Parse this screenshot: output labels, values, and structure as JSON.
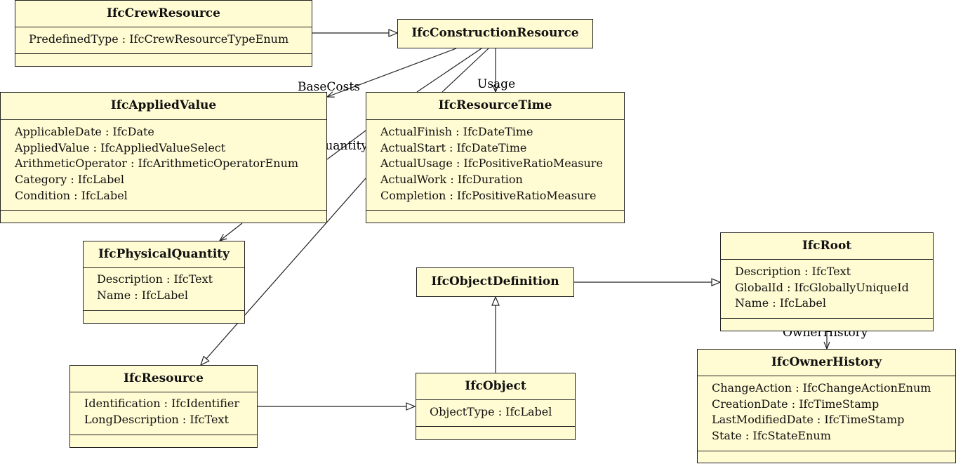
{
  "classes": {
    "crew": {
      "name": "IfcCrewResource",
      "attributes": [
        "PredefinedType : IfcCrewResourceTypeEnum"
      ]
    },
    "construction": {
      "name": "IfcConstructionResource",
      "attributes": []
    },
    "applied": {
      "name": "IfcAppliedValue",
      "attributes": [
        "ApplicableDate : IfcDate",
        "AppliedValue : IfcAppliedValueSelect",
        "ArithmeticOperator : IfcArithmeticOperatorEnum",
        "Category : IfcLabel",
        "Condition : IfcLabel"
      ]
    },
    "restime": {
      "name": "IfcResourceTime",
      "attributes": [
        "ActualFinish : IfcDateTime",
        "ActualStart : IfcDateTime",
        "ActualUsage : IfcPositiveRatioMeasure",
        "ActualWork : IfcDuration",
        "Completion : IfcPositiveRatioMeasure"
      ]
    },
    "physical": {
      "name": "IfcPhysicalQuantity",
      "attributes": [
        "Description : IfcText",
        "Name : IfcLabel"
      ]
    },
    "objdef": {
      "name": "IfcObjectDefinition",
      "attributes": []
    },
    "root": {
      "name": "IfcRoot",
      "attributes": [
        "Description : IfcText",
        "GlobalId : IfcGloballyUniqueId",
        "Name : IfcLabel"
      ]
    },
    "resource": {
      "name": "IfcResource",
      "attributes": [
        "Identification : IfcIdentifier",
        "LongDescription : IfcText"
      ]
    },
    "object": {
      "name": "IfcObject",
      "attributes": [
        "ObjectType : IfcLabel"
      ]
    },
    "owner": {
      "name": "IfcOwnerHistory",
      "attributes": [
        "ChangeAction : IfcChangeActionEnum",
        "CreationDate : IfcTimeStamp",
        "LastModifiedDate : IfcTimeStamp",
        "State : IfcStateEnum"
      ]
    }
  },
  "associations": {
    "base_costs": "BaseCosts",
    "usage": "Usage",
    "base_quantity": "BaseQuantity",
    "owner_history": "OwnerHistory"
  }
}
